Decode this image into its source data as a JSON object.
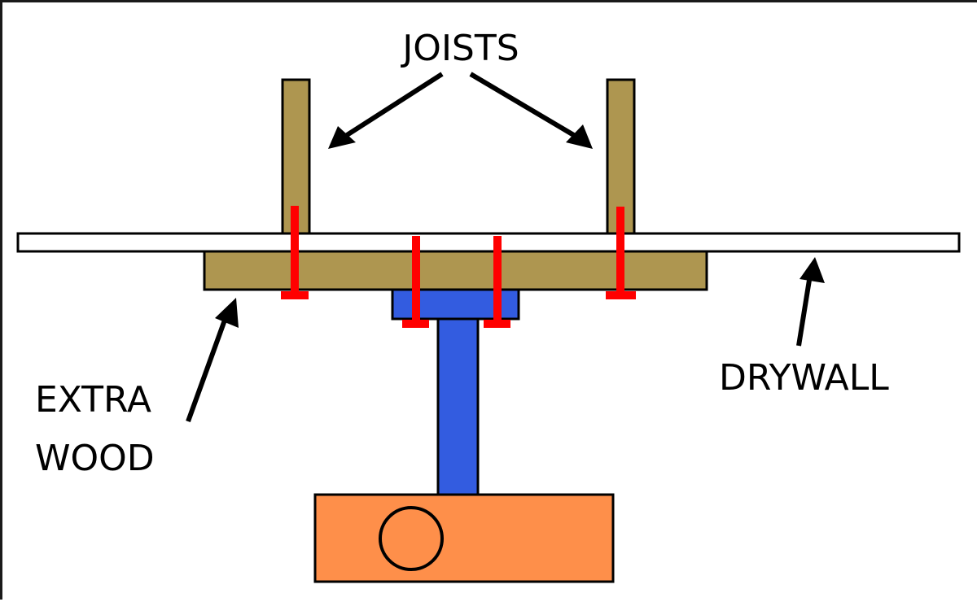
{
  "title": "Ceiling mount bracket attached through drywall to joists via extra wood",
  "labels": {
    "joists": "JOISTS",
    "extra_wood_line1": "EXTRA",
    "extra_wood_line2": "WOOD",
    "drywall": "DRYWALL"
  },
  "components": [
    {
      "name": "joist-left",
      "material": "wood"
    },
    {
      "name": "joist-right",
      "material": "wood"
    },
    {
      "name": "drywall",
      "material": "drywall"
    },
    {
      "name": "extra-wood",
      "material": "wood"
    },
    {
      "name": "mount-plate",
      "material": "metal"
    },
    {
      "name": "mount-pole",
      "material": "metal"
    },
    {
      "name": "fixture-body",
      "material": "fixture"
    }
  ],
  "screws_count": 4,
  "colors": {
    "wood": "#ae9650",
    "drywall": "#ffffff",
    "mount": "#335ce0",
    "fixture": "#fe8f4a",
    "screw": "#ff0000",
    "outline": "#000000"
  }
}
